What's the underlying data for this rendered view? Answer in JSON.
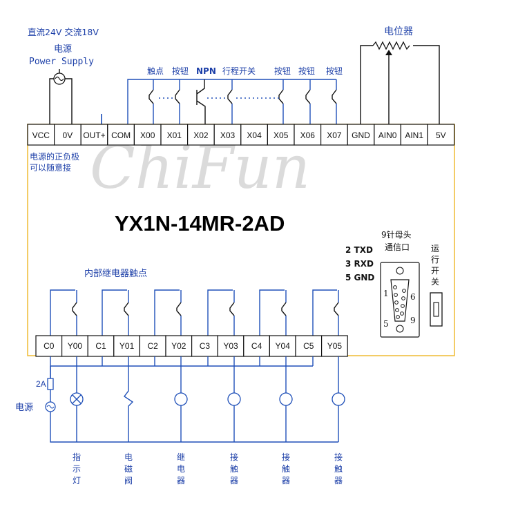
{
  "colors": {
    "wire_blue": "#1e4fb8",
    "label_blue": "#1c3fa8",
    "plc_border": "#f0c040",
    "watermark": "#c8c8c8"
  },
  "power_top": {
    "spec": "直流24V  交流18V",
    "label_cn": "电源",
    "label_en": "Power Supply"
  },
  "potentiometer_label": "电位器",
  "input_device_labels": [
    "触点",
    "按钮",
    "NPN",
    "行程开关",
    "按钮",
    "按钮",
    "按钮"
  ],
  "top_terminals": [
    "VCC",
    "0V",
    "OUT+",
    "COM",
    "X00",
    "X01",
    "X02",
    "X03",
    "X04",
    "X05",
    "X06",
    "X07",
    "GND",
    "AIN0",
    "AIN1",
    "5V"
  ],
  "power_note": [
    "电源的正负极",
    "可以随意接"
  ],
  "watermark": "ChiFun",
  "model": "YX1N-14MR-2AD",
  "relay_label": "内部继电器触点",
  "serial": {
    "title_line1": "9针母头",
    "title_line2": "通信口",
    "pins": [
      "2 TXD",
      "3 RXD",
      "5 GND"
    ],
    "pin_numbers": [
      "1",
      "6",
      "5",
      "9"
    ]
  },
  "run_switch": "运行开关",
  "bottom_terminals": [
    "C0",
    "Y00",
    "C1",
    "Y01",
    "C2",
    "Y02",
    "C3",
    "Y03",
    "C4",
    "Y04",
    "C5",
    "Y05"
  ],
  "fuse_label": "2A",
  "power_bottom": "电源",
  "loads": [
    "指示灯",
    "电磁阀",
    "继电器",
    "接触器",
    "接触器",
    "接触器"
  ]
}
